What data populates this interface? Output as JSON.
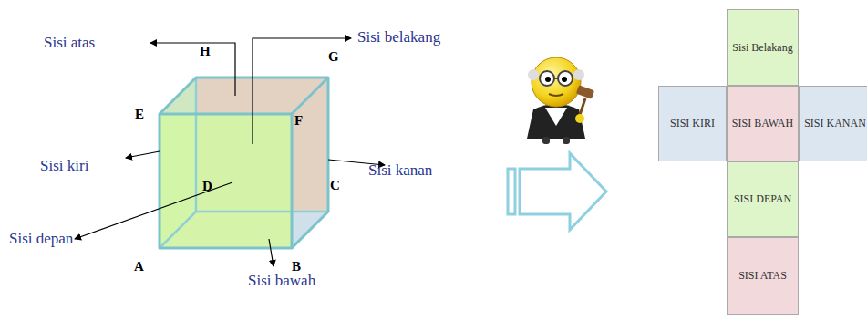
{
  "diagram": {
    "nodes": [
      {
        "text": [
          "Sisi Belakang"
        ]
      },
      {
        "text": [
          "SISI KIRI"
        ]
      },
      {
        "text": [
          "SISI BAWAH"
        ]
      },
      {
        "text": [
          "SISI KANAN"
        ]
      },
      {
        "text": [
          "SISI DEPAN"
        ]
      },
      {
        "text": [
          "SISI ATAS"
        ]
      }
    ],
    "labels": [
      "Sisi atas",
      "H",
      "Sisi belakang",
      "G",
      "E",
      "F",
      "Sisi kiri",
      "D",
      "Sisi kanan",
      "C",
      "Sisi depan",
      "A",
      "B",
      "Sisi bawah"
    ]
  }
}
